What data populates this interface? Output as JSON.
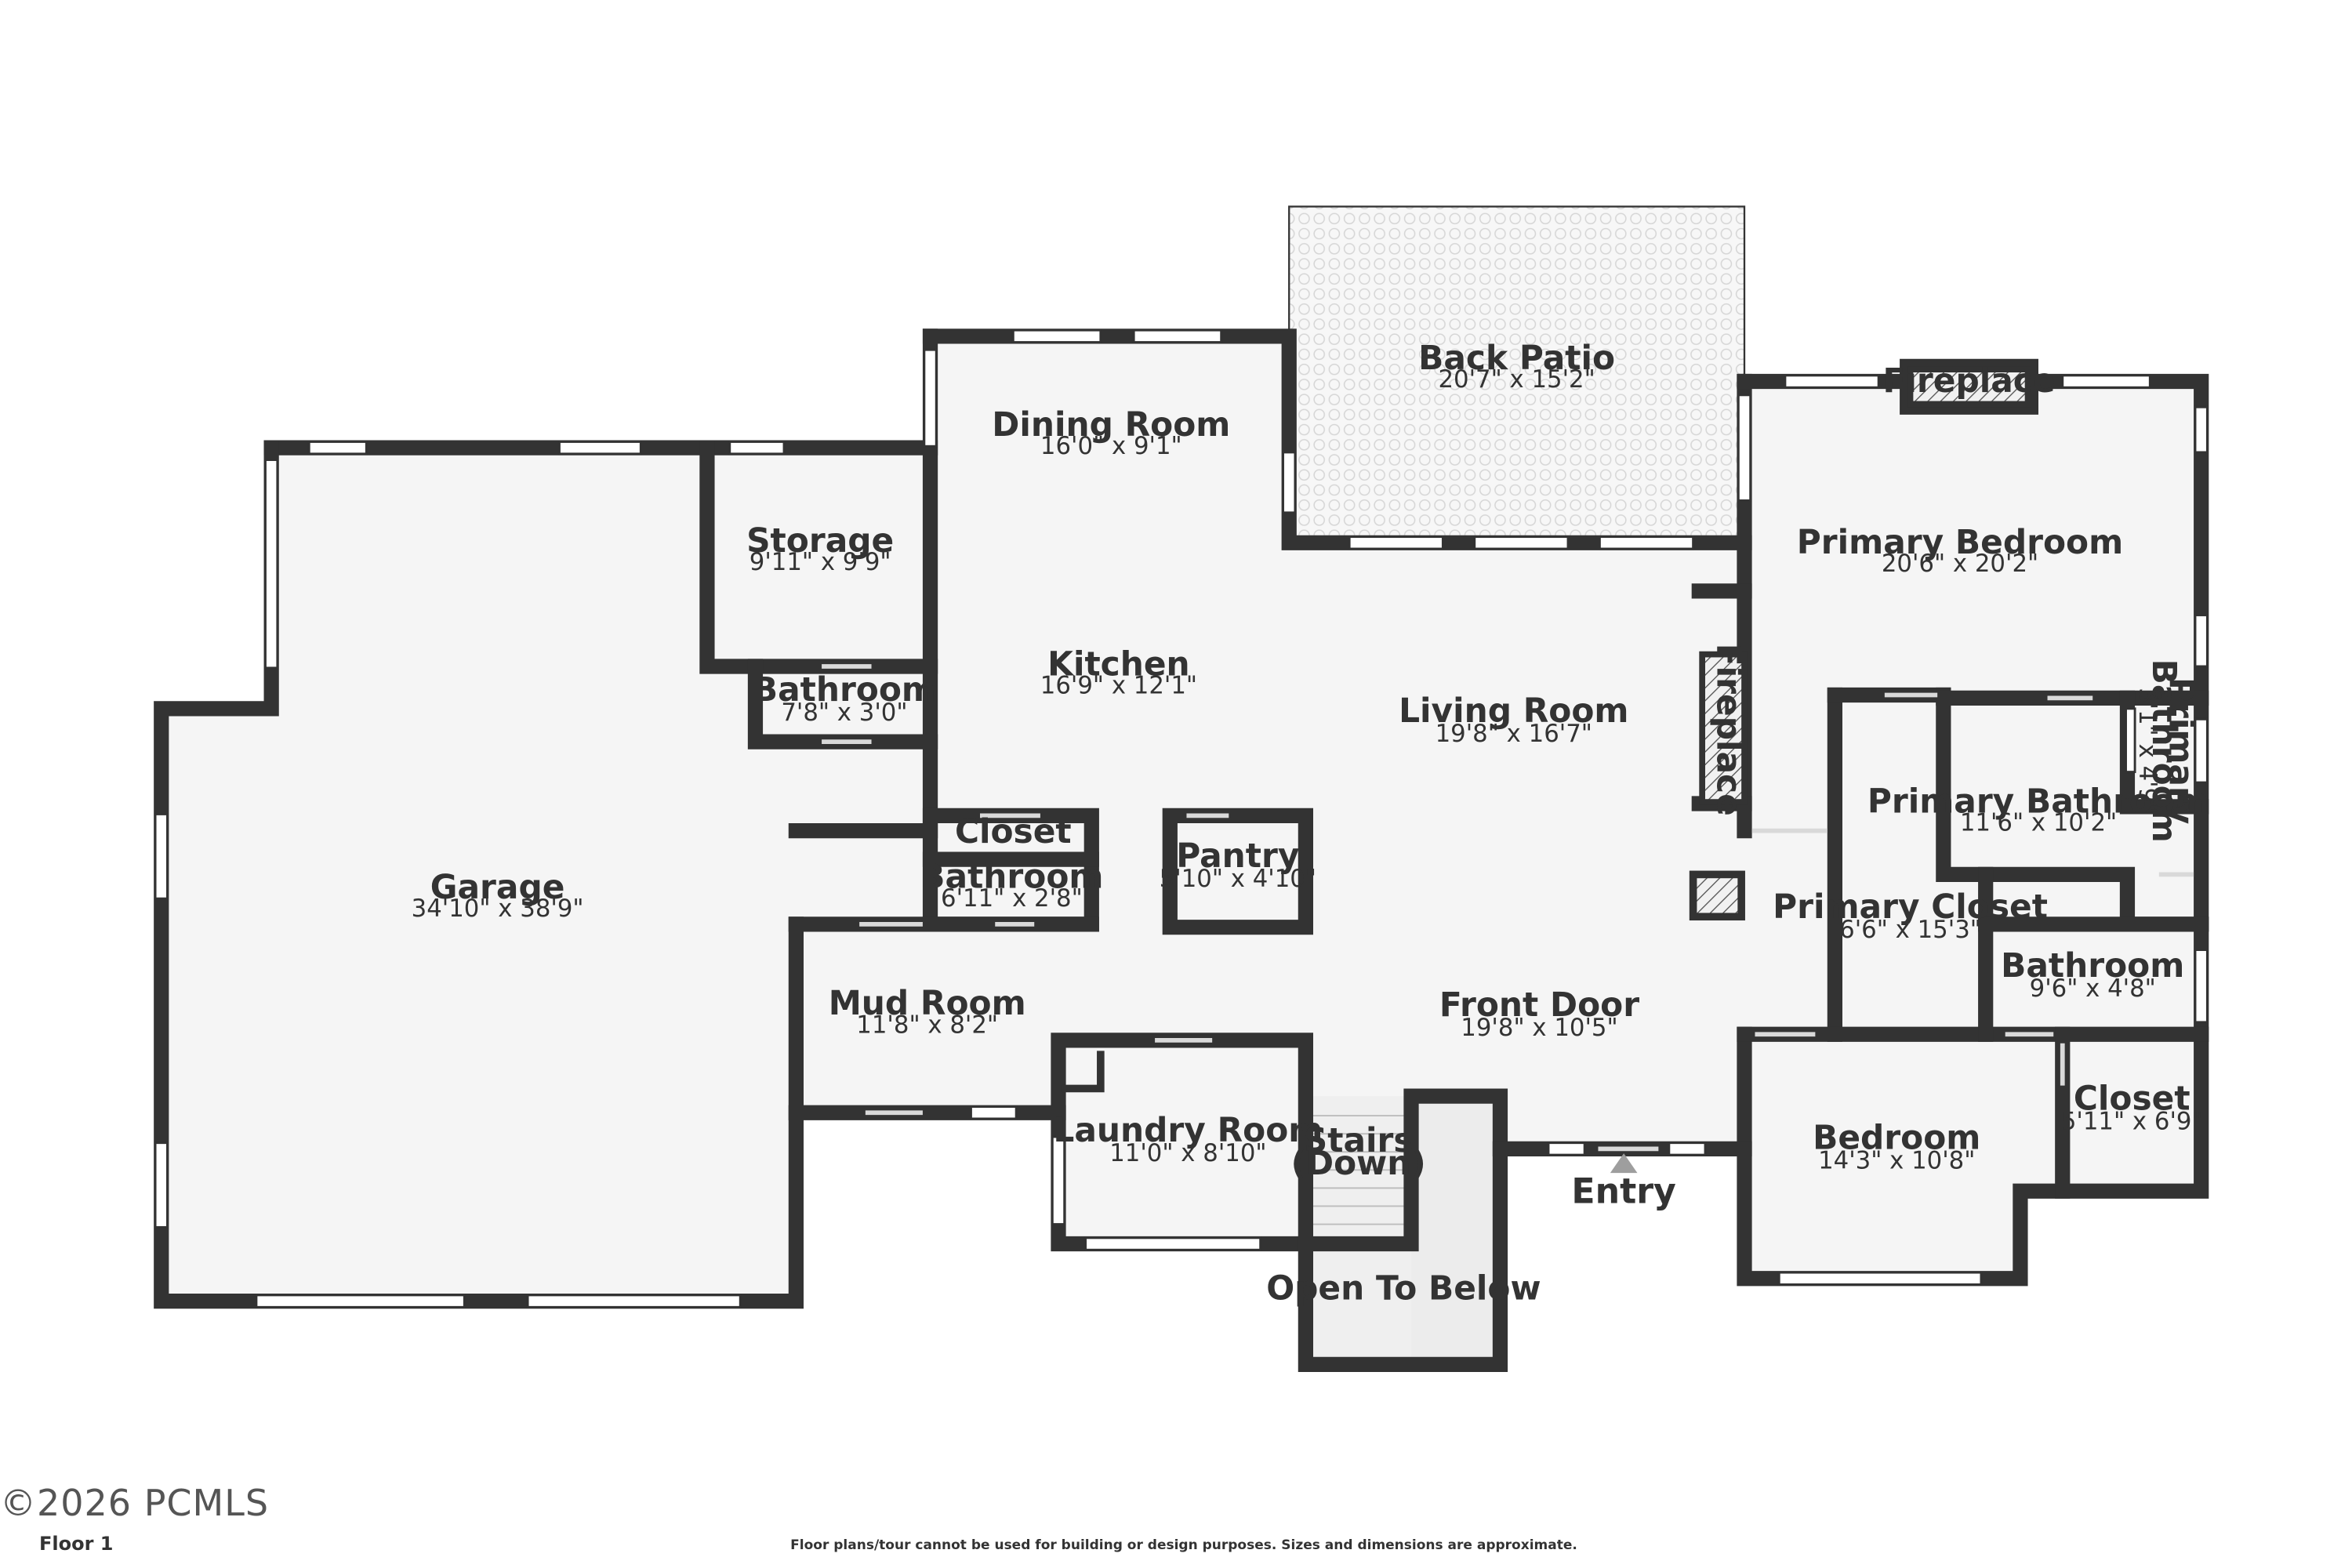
{
  "floor_label": "Floor 1",
  "watermark": "©2026 PCMLS",
  "disclaimer": "Floor plans/tour cannot be used for building or design purposes. Sizes and dimensions are approximate.",
  "entry_label": "Entry",
  "rooms": {
    "garage": {
      "name": "Garage",
      "dims": "34'10\" x 38'9\""
    },
    "storage": {
      "name": "Storage",
      "dims": "9'11\" x 9'9\""
    },
    "bathroom_small": {
      "name": "Bathroom",
      "dims": "7'8\" x 3'0\""
    },
    "dining_room": {
      "name": "Dining Room",
      "dims": "16'0\" x 9'1\""
    },
    "back_patio": {
      "name": "Back Patio",
      "dims": "20'7\" x 15'2\""
    },
    "kitchen": {
      "name": "Kitchen",
      "dims": "16'9\" x 12'1\""
    },
    "living_room": {
      "name": "Living Room",
      "dims": "19'8\" x 16'7\""
    },
    "closet_hall": {
      "name": "Closet",
      "dims": ""
    },
    "bathroom_hall": {
      "name": "Bathroom",
      "dims": "6'11\" x 2'8\""
    },
    "pantry": {
      "name": "Pantry",
      "dims": "5'10\" x 4'10\""
    },
    "mud_room": {
      "name": "Mud Room",
      "dims": "11'8\" x 8'2\""
    },
    "laundry_room": {
      "name": "Laundry Room",
      "dims": "11'0\" x 8'10\""
    },
    "stairs": {
      "name": "Stairs",
      "name2": "(Down)"
    },
    "open_to_below": {
      "name": "Open To Below"
    },
    "front_door": {
      "name": "Front Door",
      "dims": "19'8\" x 10'5\""
    },
    "primary_bedroom": {
      "name": "Primary Bedroom",
      "dims": "20'6\" x 20'2\""
    },
    "primary_bathroom": {
      "name": "Primary Bathroom",
      "dims": "11'6\" x 10'2\""
    },
    "primary_bathroom_small": {
      "name": "Primary",
      "name2": "Bathroom",
      "dims": "3'1\" x 4'9\""
    },
    "primary_closet": {
      "name": "Primary Closet",
      "dims": "6'6\" x 15'3\""
    },
    "bathroom_east": {
      "name": "Bathroom",
      "dims": "9'6\" x 4'8\""
    },
    "bedroom": {
      "name": "Bedroom",
      "dims": "14'3\" x 10'8\""
    },
    "closet_east": {
      "name": "Closet",
      "dims": "5'11\" x 6'9\""
    }
  },
  "fireplaces": {
    "bedroom_fireplace": "Fireplace",
    "living_fireplace": "Fireplace"
  }
}
